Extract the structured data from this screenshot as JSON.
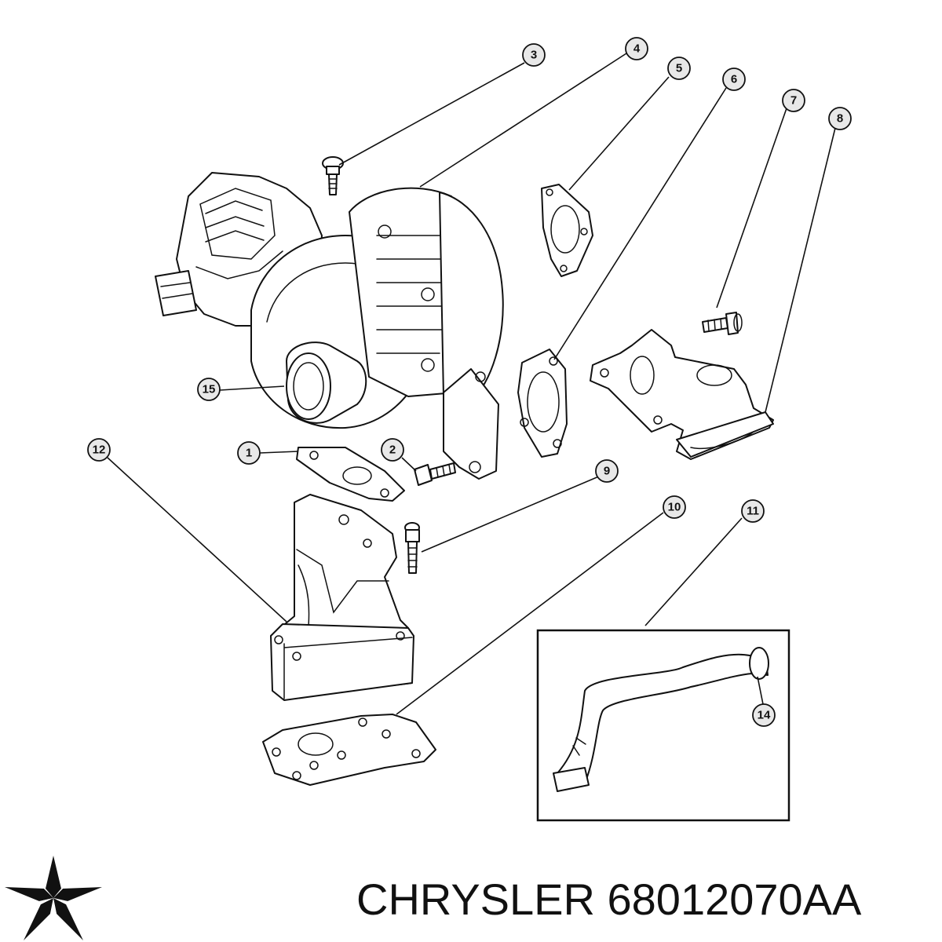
{
  "caption": {
    "brand": "CHRYSLER",
    "part_number": "68012070AA"
  },
  "logo": {
    "icon": "pentastar-icon",
    "color": "#111111"
  },
  "callouts": [
    {
      "id": "c3",
      "label": "3"
    },
    {
      "id": "c4",
      "label": "4"
    },
    {
      "id": "c5",
      "label": "5"
    },
    {
      "id": "c6",
      "label": "6"
    },
    {
      "id": "c7",
      "label": "7"
    },
    {
      "id": "c8",
      "label": "8"
    },
    {
      "id": "c15",
      "label": "15"
    },
    {
      "id": "c12",
      "label": "12"
    },
    {
      "id": "c1",
      "label": "1"
    },
    {
      "id": "c2",
      "label": "2"
    },
    {
      "id": "c9",
      "label": "9"
    },
    {
      "id": "c10",
      "label": "10"
    },
    {
      "id": "c11",
      "label": "11"
    },
    {
      "id": "c14",
      "label": "14"
    }
  ]
}
